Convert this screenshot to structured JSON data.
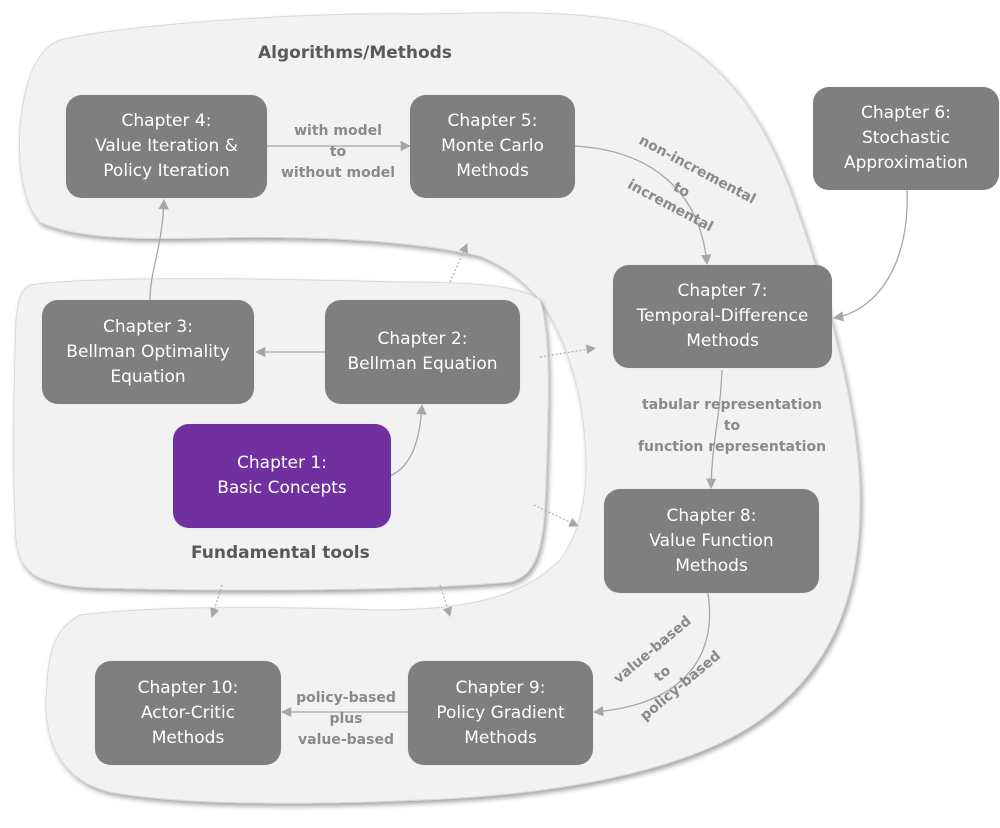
{
  "groups": {
    "algorithms": {
      "title": "Algorithms/Methods"
    },
    "fundamental": {
      "title": "Fundamental tools"
    }
  },
  "colors": {
    "node_gray": "#7f7f7f",
    "node_highlight": "#7030a0",
    "region_fill": "#f2f2f2",
    "edge": "#a6a6a6",
    "edge_label": "#8a8a8a",
    "group_title": "#595959"
  },
  "nodes": {
    "ch1": {
      "lines": [
        "Chapter 1:",
        "Basic Concepts"
      ],
      "highlight": true
    },
    "ch2": {
      "lines": [
        "Chapter 2:",
        "Bellman Equation"
      ]
    },
    "ch3": {
      "lines": [
        "Chapter 3:",
        "Bellman Optimality",
        "Equation"
      ]
    },
    "ch4": {
      "lines": [
        "Chapter 4:",
        "Value Iteration &",
        "Policy Iteration"
      ]
    },
    "ch5": {
      "lines": [
        "Chapter 5:",
        "Monte Carlo",
        "Methods"
      ]
    },
    "ch6": {
      "lines": [
        "Chapter 6:",
        "Stochastic",
        "Approximation"
      ]
    },
    "ch7": {
      "lines": [
        "Chapter 7:",
        "Temporal-Difference",
        "Methods"
      ]
    },
    "ch8": {
      "lines": [
        "Chapter 8:",
        "Value Function",
        "Methods"
      ]
    },
    "ch9": {
      "lines": [
        "Chapter 9:",
        "Policy Gradient",
        "Methods"
      ]
    },
    "ch10": {
      "lines": [
        "Chapter 10:",
        "Actor-Critic",
        "Methods"
      ]
    }
  },
  "edges": [
    {
      "from": "ch1",
      "to": "ch2",
      "style": "solid"
    },
    {
      "from": "ch2",
      "to": "ch3",
      "style": "solid"
    },
    {
      "from": "ch3",
      "to": "ch4",
      "style": "solid"
    },
    {
      "from": "ch4",
      "to": "ch5",
      "style": "solid",
      "label": [
        "with model",
        "to",
        "without model"
      ]
    },
    {
      "from": "ch5",
      "to": "ch7",
      "style": "solid",
      "label": [
        "non-incremental",
        "to",
        "incremental"
      ]
    },
    {
      "from": "ch6",
      "to": "ch7",
      "style": "solid"
    },
    {
      "from": "ch7",
      "to": "ch8",
      "style": "solid",
      "label": [
        "tabular representation",
        "to",
        "function representation"
      ]
    },
    {
      "from": "ch8",
      "to": "ch9",
      "style": "solid",
      "label": [
        "value-based",
        "to",
        "policy-based"
      ]
    },
    {
      "from": "ch9",
      "to": "ch10",
      "style": "solid",
      "label": [
        "policy-based",
        "plus",
        "value-based"
      ]
    },
    {
      "from": "fundamental",
      "to": "algorithms",
      "style": "dotted"
    }
  ]
}
